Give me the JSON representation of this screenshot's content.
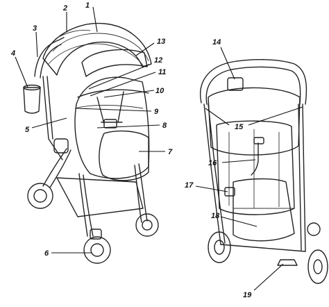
{
  "colors": {
    "ink": "#111111",
    "paper": "#ffffff",
    "shade": "#d9d9d9"
  },
  "labels": {
    "n1": "1",
    "n2": "2",
    "n3": "3",
    "n4": "4",
    "n5": "5",
    "n6": "6",
    "n7": "7",
    "n8": "8",
    "n9": "9",
    "n10": "10",
    "n11": "11",
    "n12": "12",
    "n13": "13",
    "n14": "14",
    "n15": "15",
    "n16": "16",
    "n17": "17",
    "n18": "18",
    "n19": "19"
  }
}
